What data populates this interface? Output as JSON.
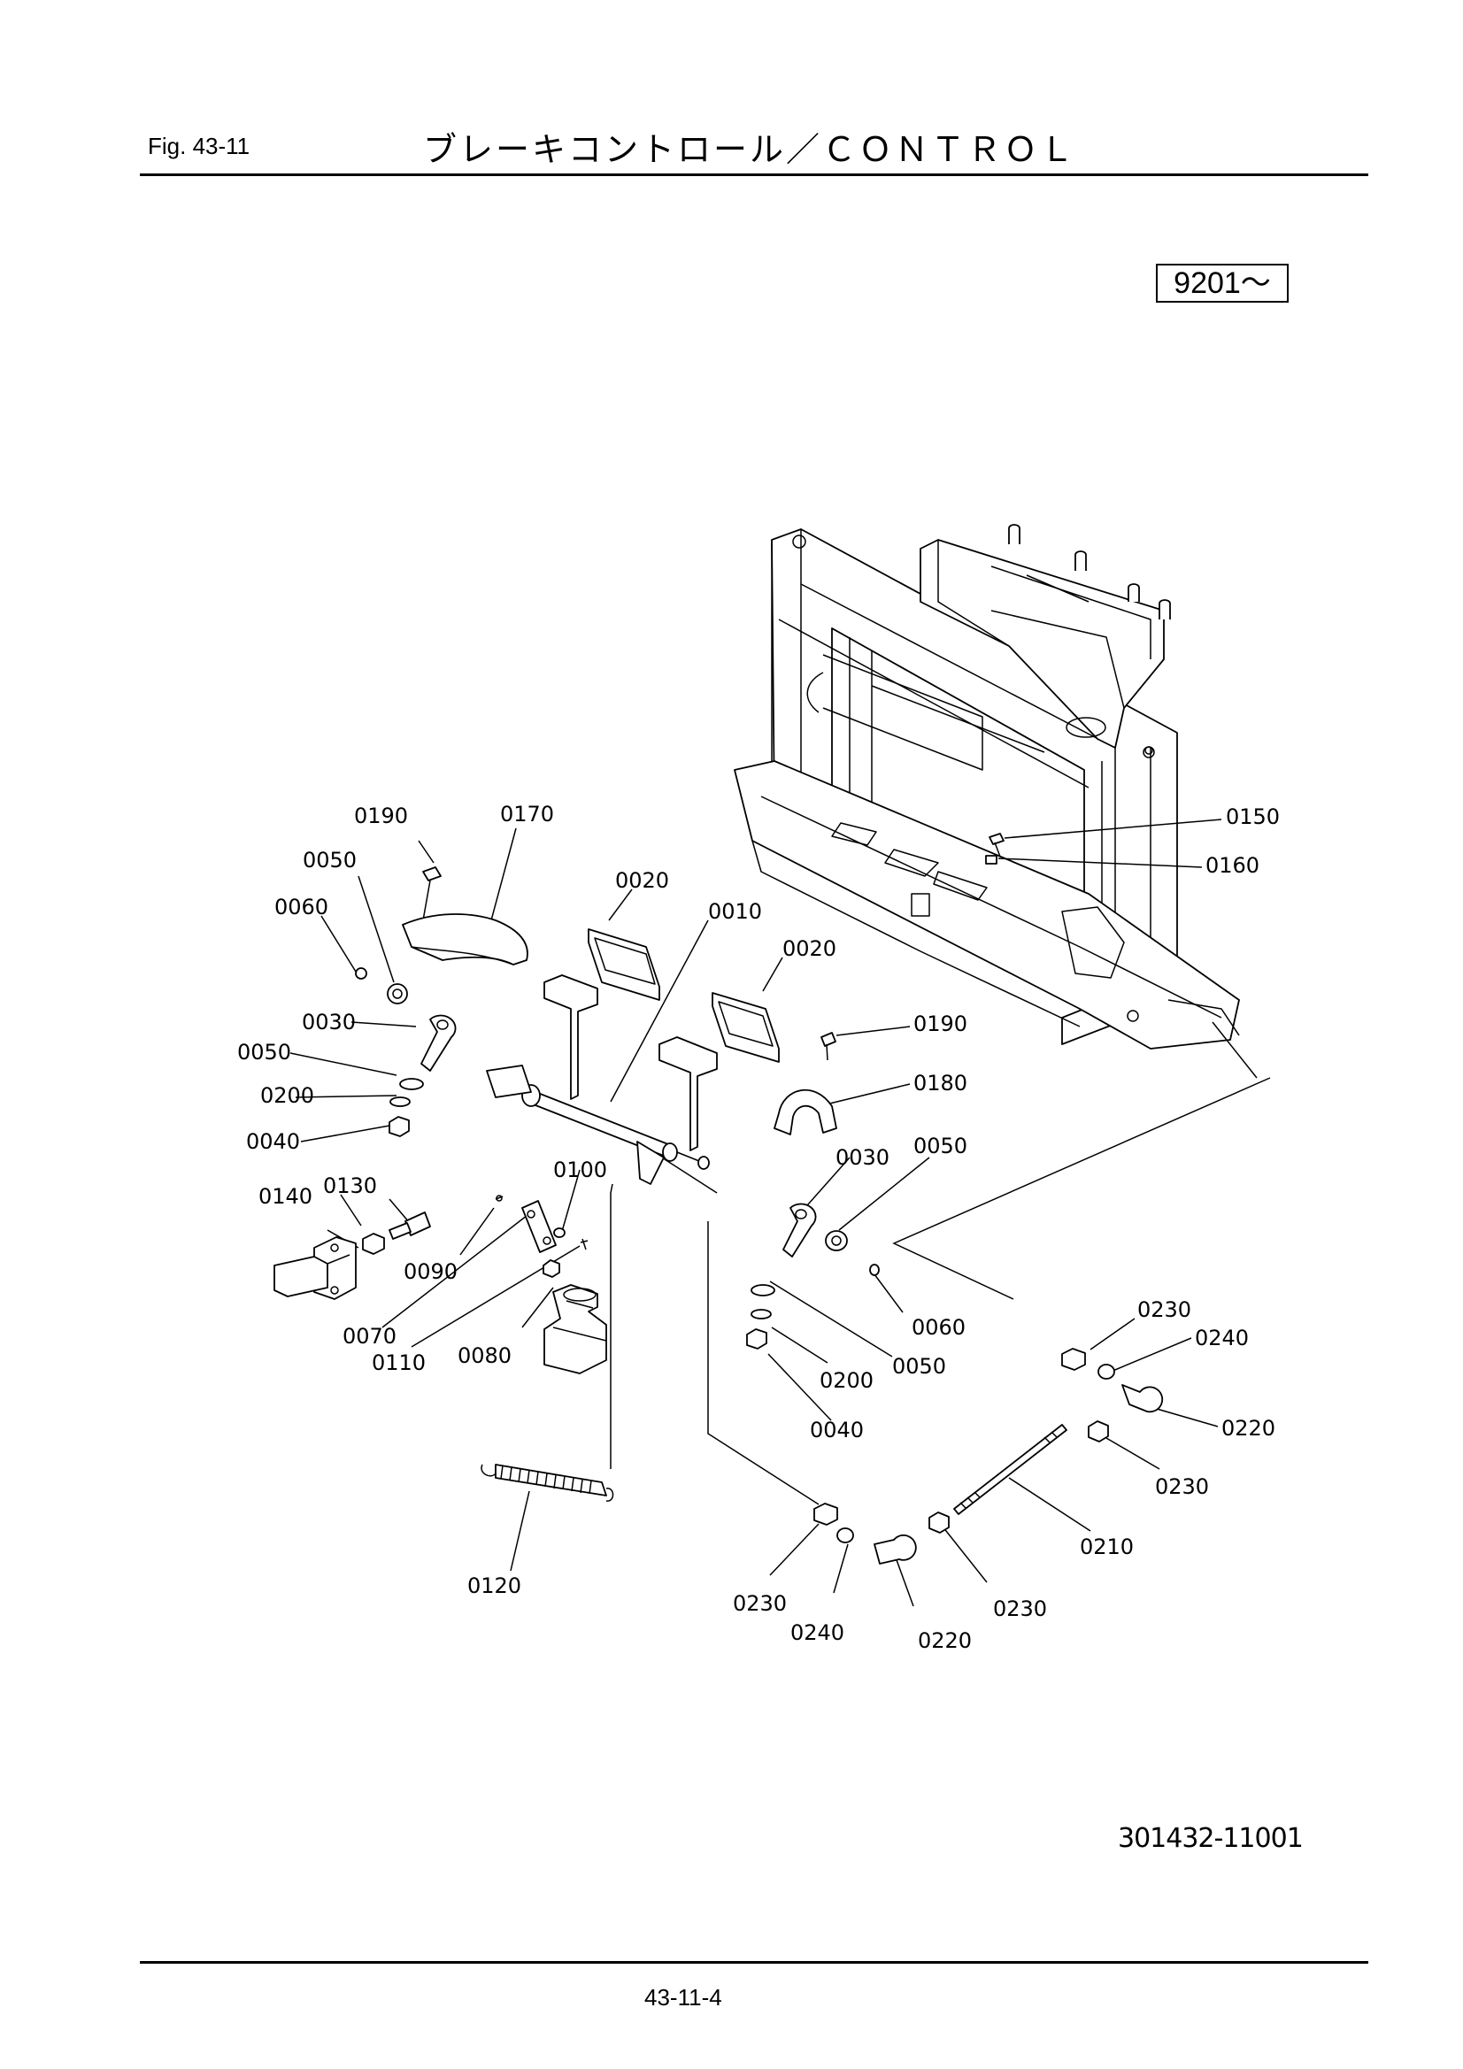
{
  "header": {
    "fig_label": "Fig.  43-11",
    "title": "ブレーキコントロール／ＣＯＮＴＲＯＬ"
  },
  "serial_range": "9201～",
  "drawing_number": "301432-11001",
  "page_number": "43-11-4",
  "part_labels": [
    "0190",
    "0170",
    "0050",
    "0060",
    "0020",
    "0010",
    "0020",
    "0150",
    "0160",
    "0030",
    "0190",
    "0050",
    "0200",
    "0180",
    "0040",
    "0030",
    "0050",
    "0100",
    "0140",
    "0130",
    "0090",
    "0060",
    "0070",
    "0110",
    "0080",
    "0230",
    "0240",
    "0050",
    "0200",
    "0220",
    "0040",
    "0230",
    "0210",
    "0120",
    "0230",
    "0240",
    "0230",
    "0220"
  ]
}
